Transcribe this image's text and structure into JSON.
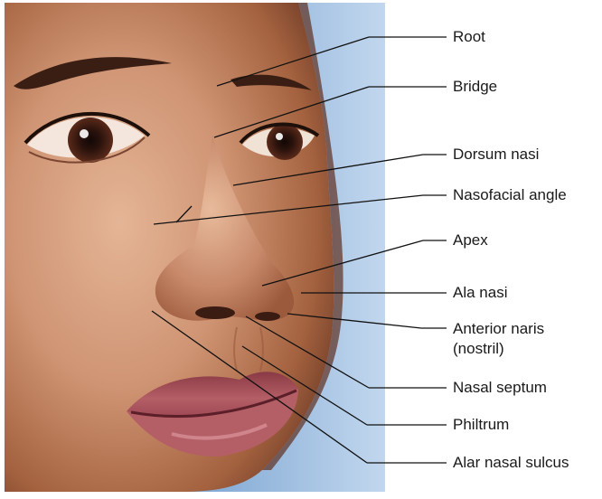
{
  "figure": {
    "image_name": "face-photo",
    "labels": [
      {
        "id": "root",
        "lines": [
          "Root"
        ]
      },
      {
        "id": "bridge",
        "lines": [
          "Bridge"
        ]
      },
      {
        "id": "dorsum-nasi",
        "lines": [
          "Dorsum nasi"
        ]
      },
      {
        "id": "nasofacial-angle",
        "lines": [
          "Nasofacial angle"
        ]
      },
      {
        "id": "apex",
        "lines": [
          "Apex"
        ]
      },
      {
        "id": "ala-nasi",
        "lines": [
          "Ala nasi"
        ]
      },
      {
        "id": "anterior-naris",
        "lines": [
          "Anterior naris",
          "(nostril)"
        ]
      },
      {
        "id": "nasal-septum",
        "lines": [
          "Nasal septum"
        ]
      },
      {
        "id": "philtrum",
        "lines": [
          "Philtrum"
        ]
      },
      {
        "id": "alar-nasal-sulcus",
        "lines": [
          "Alar nasal sulcus"
        ]
      }
    ]
  },
  "colors": {
    "skin_light": "#d9a585",
    "skin_mid": "#b57456",
    "skin_dark": "#6d3a26",
    "lips": "#9a4651",
    "background_blue": "#7ea7d3",
    "leader_line": "#111111"
  }
}
